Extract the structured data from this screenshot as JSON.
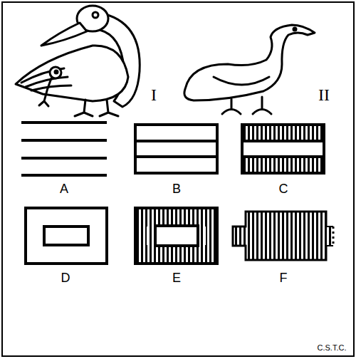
{
  "diagram": {
    "labels": [
      "I",
      "II",
      "A",
      "B",
      "C",
      "D",
      "E",
      "F",
      "C.S.T.C."
    ]
  }
}
